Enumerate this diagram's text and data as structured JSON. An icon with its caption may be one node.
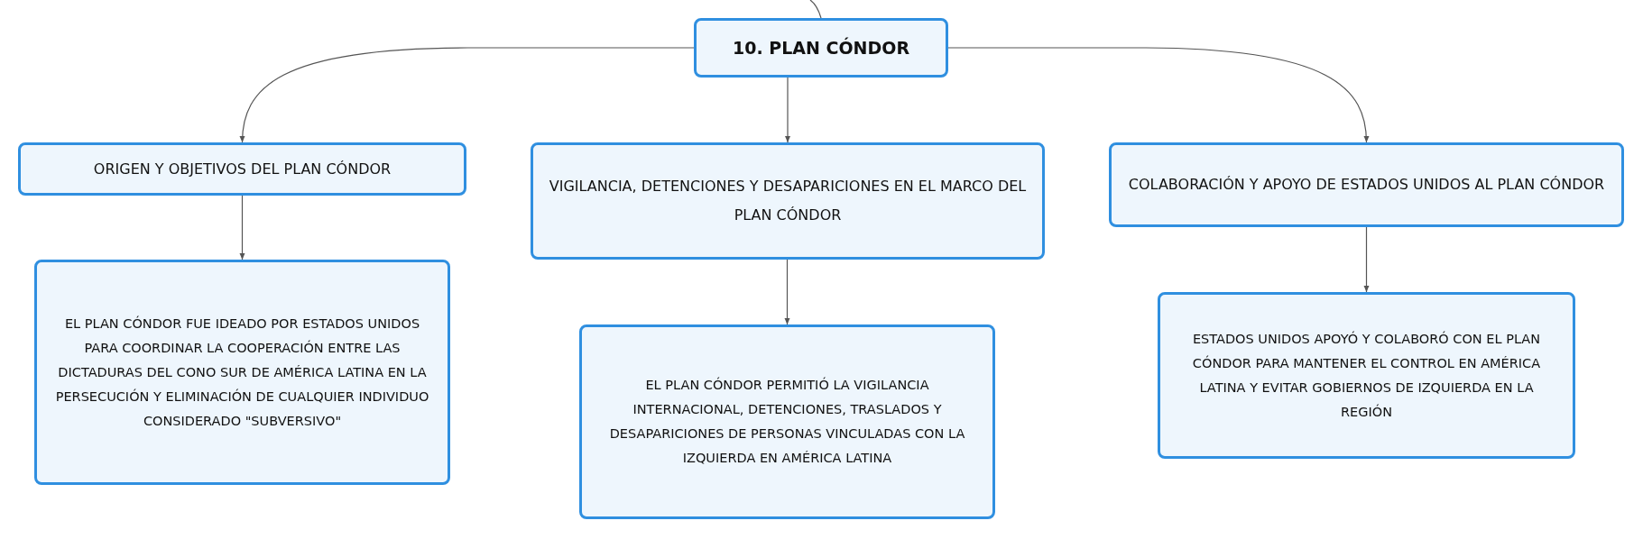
{
  "diagram": {
    "nodes": [
      {
        "text": [
          "10. PLAN CÓNDOR"
        ]
      },
      {
        "text": [
          "ORIGEN Y OBJETIVOS DEL PLAN CÓNDOR"
        ]
      },
      {
        "text": [
          "VIGILANCIA, DETENCIONES Y DESAPARICIONES EN EL MARCO DEL PLAN CÓNDOR"
        ]
      },
      {
        "text": [
          "COLABORACIÓN Y APOYO DE ESTADOS UNIDOS AL PLAN CÓNDOR"
        ]
      },
      {
        "text": [
          "EL PLAN CÓNDOR FUE IDEADO POR ESTADOS UNIDOS PARA COORDINAR LA COOPERACIÓN ENTRE LAS DICTADURAS DEL CONO SUR DE AMÉRICA LATINA EN LA PERSECUCIÓN Y ELIMINACIÓN DE CUALQUIER INDIVIDUO CONSIDERADO \"SUBVERSIVO\""
        ]
      },
      {
        "text": [
          "EL PLAN CÓNDOR PERMITIÓ LA VIGILANCIA INTERNACIONAL, DETENCIONES, TRASLADOS Y DESAPARICIONES DE PERSONAS VINCULADAS CON LA IZQUIERDA EN AMÉRICA LATINA"
        ]
      },
      {
        "text": [
          "ESTADOS UNIDOS APOYÓ Y COLABORÓ CON EL PLAN CÓNDOR PARA MANTENER EL CONTROL EN AMÉRICA LATINA Y EVITAR GOBIERNOS DE IZQUIERDA EN LA REGIÓN"
        ]
      }
    ],
    "edges": [
      {
        "from": null,
        "to": 0,
        "arrow": "none"
      },
      {
        "from": 0,
        "to": 1,
        "arrow": "to"
      },
      {
        "from": 0,
        "to": 2,
        "arrow": "to"
      },
      {
        "from": 0,
        "to": 3,
        "arrow": "to"
      },
      {
        "from": 1,
        "to": 4,
        "arrow": "to"
      },
      {
        "from": 2,
        "to": 5,
        "arrow": "to"
      },
      {
        "from": 3,
        "to": 6,
        "arrow": "to"
      }
    ]
  }
}
